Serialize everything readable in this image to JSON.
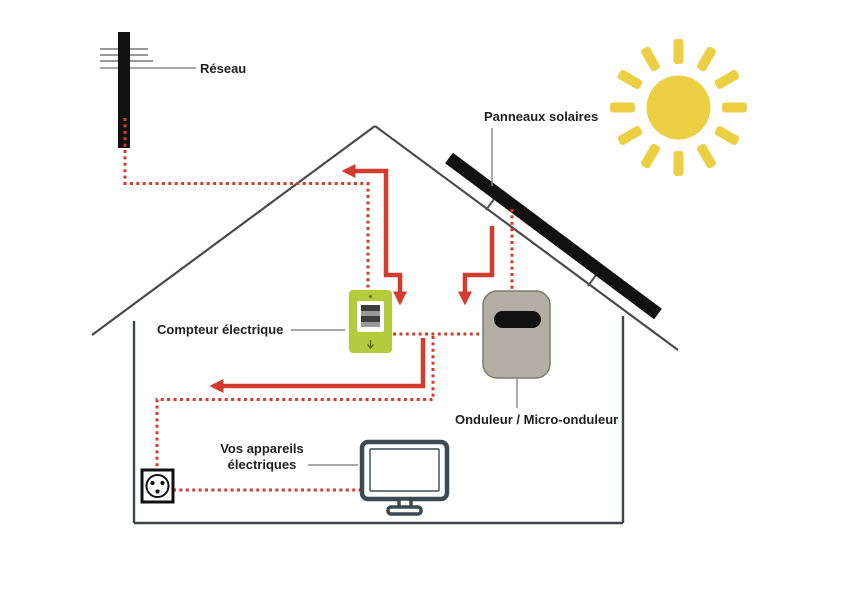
{
  "labels": {
    "reseau": "Réseau",
    "panneaux_solaires": "Panneaux solaires",
    "compteur": "Compteur électrique",
    "onduleur": "Onduleur / Micro-onduleur",
    "appareils": "Vos appareils électriques"
  },
  "icons": {
    "sun": "sun-icon",
    "utility_pole": "utility-pole-icon",
    "solar_panel": "solar-panel-icon",
    "house": "house-outline",
    "electric_meter": "electric-meter-icon",
    "inverter": "inverter-icon",
    "power_outlet": "power-outlet-icon",
    "monitor": "computer-monitor-icon"
  },
  "colors": {
    "red": "#d23b2e",
    "green": "#b5cb3e",
    "green_dark": "#5c6b1e",
    "yellow": "#eccf43",
    "inverter_fill": "#b2aea3",
    "inverter_border": "#7e7a70",
    "monitor": "#3d4a52",
    "house_line": "#4a4a4a",
    "black": "#111111",
    "text": "#1f1f1f",
    "leader": "#8c8c8c",
    "meter_display_dark": "#3d3d3d",
    "meter_display_light": "#999999"
  }
}
